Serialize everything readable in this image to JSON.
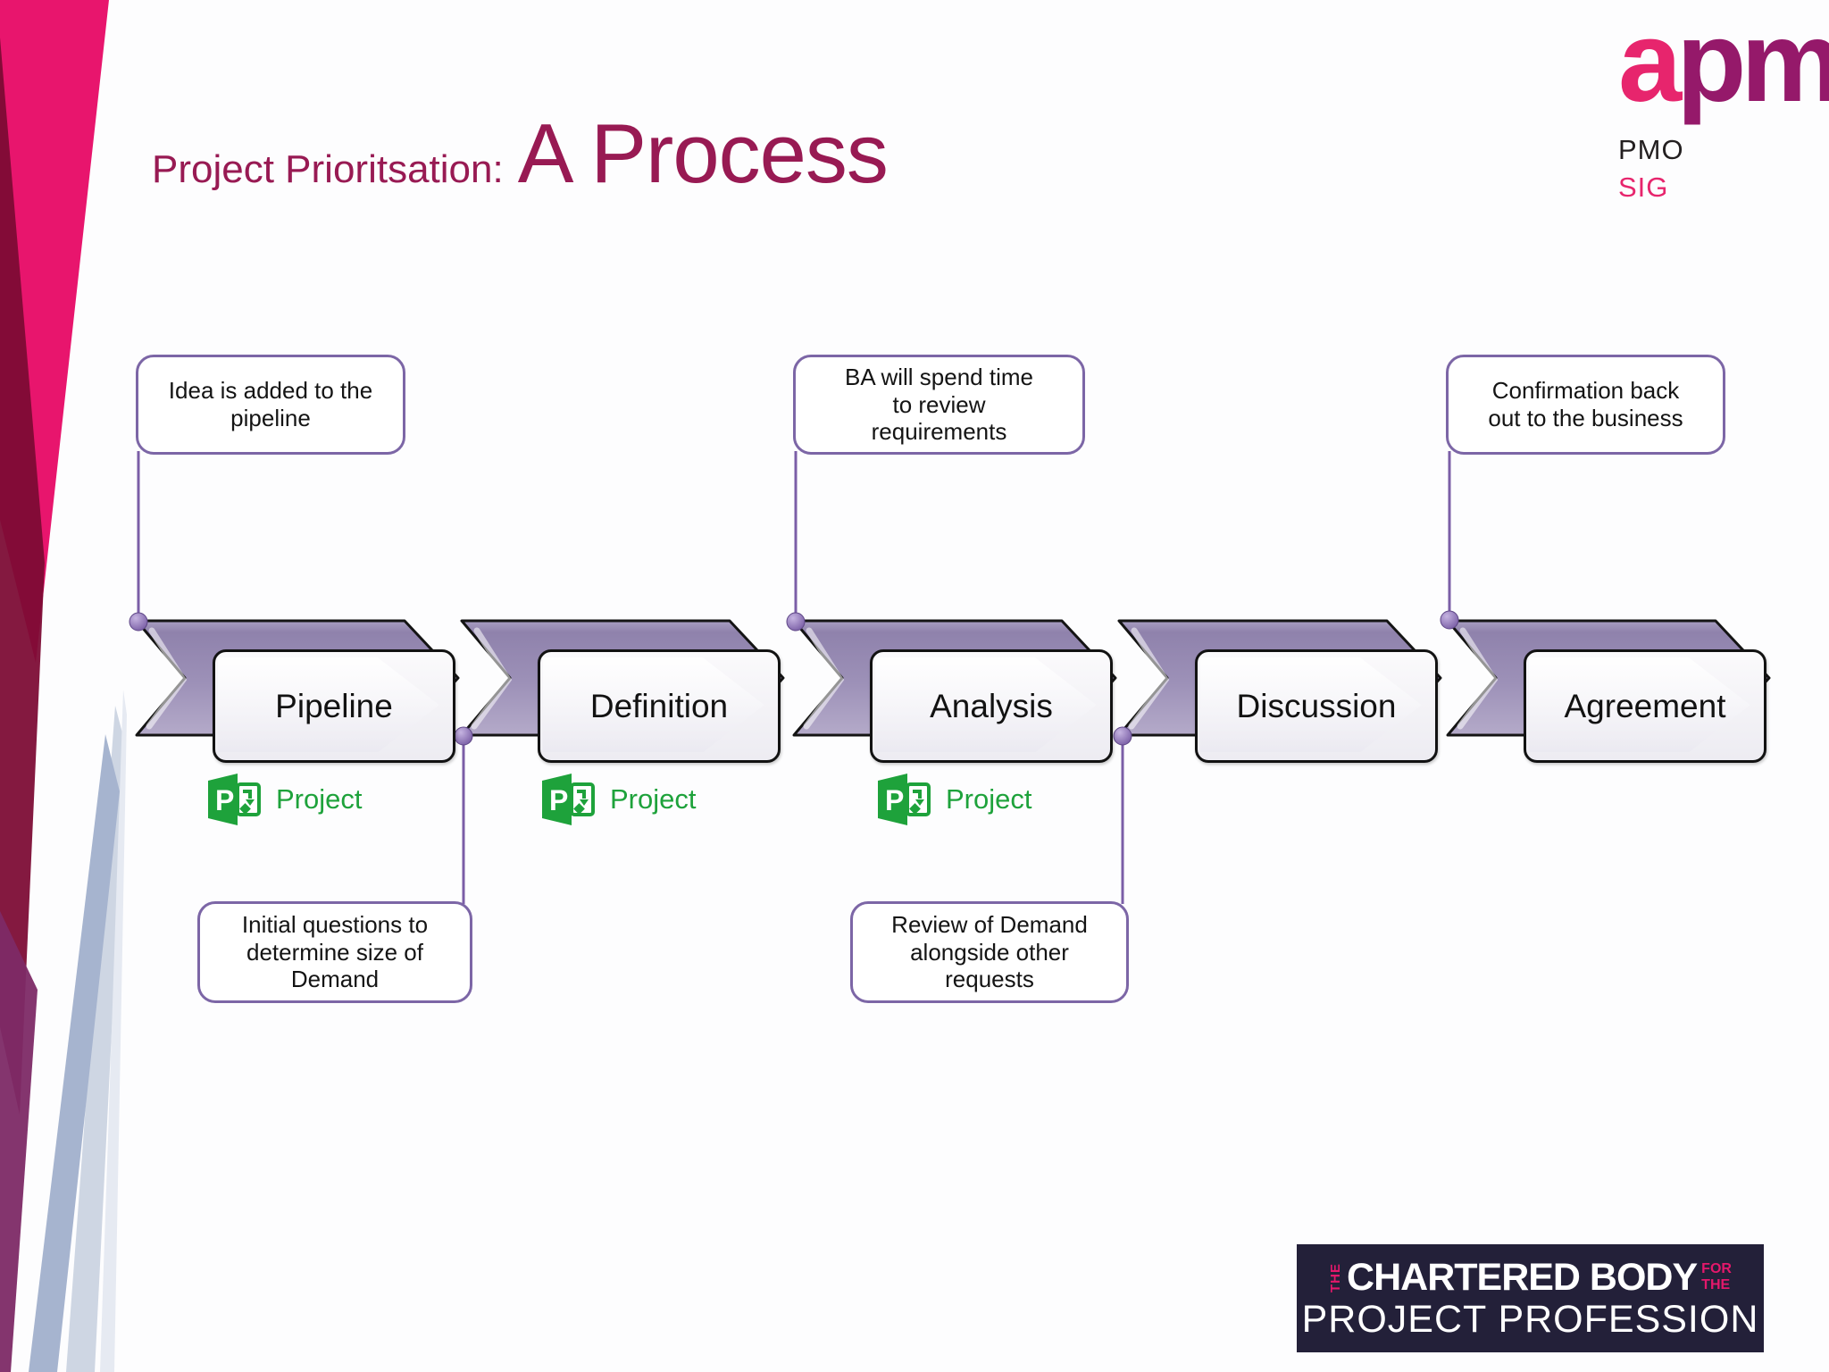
{
  "header": {
    "title_prefix": "Project Prioritsation:",
    "title_main": "A Process"
  },
  "apm_logo": {
    "a": "a",
    "pm": "pm",
    "group_line1": "PMO",
    "group_line2": "SIG"
  },
  "process": {
    "stages": [
      {
        "label": "Pipeline"
      },
      {
        "label": "Definition"
      },
      {
        "label": "Analysis"
      },
      {
        "label": "Discussion"
      },
      {
        "label": "Agreement"
      }
    ],
    "project_logo_text": "Project",
    "project_logo_p": "P"
  },
  "callouts": [
    {
      "text": "Idea is added to the\npipeline",
      "position": "top"
    },
    {
      "text": "BA will spend time\nto review\nrequirements",
      "position": "top"
    },
    {
      "text": "Confirmation back\nout to the business",
      "position": "top"
    },
    {
      "text": "Initial questions to\ndetermine size of\nDemand",
      "position": "bottom"
    },
    {
      "text": "Review of Demand\nalongside other\nrequests",
      "position": "bottom"
    }
  ],
  "footer_logo": {
    "the_vertical": "THE",
    "title": "CHARTERED BODY",
    "for_word": "FOR",
    "the_word": "THE",
    "subtitle": "PROJECT PROFESSION"
  },
  "colors": {
    "title_magenta": "#981A53",
    "apm_pink": "#E7256D",
    "apm_plum": "#95196A",
    "chevron_purple": "#9C90B7",
    "connector_purple": "#7B5EA7",
    "project_green": "#1EA23B",
    "footer_navy": "#232039",
    "stripe_pink": "#E8156D",
    "stripe_maroon": "#7C0B34",
    "stripe_blue": "#A6B4CF"
  }
}
